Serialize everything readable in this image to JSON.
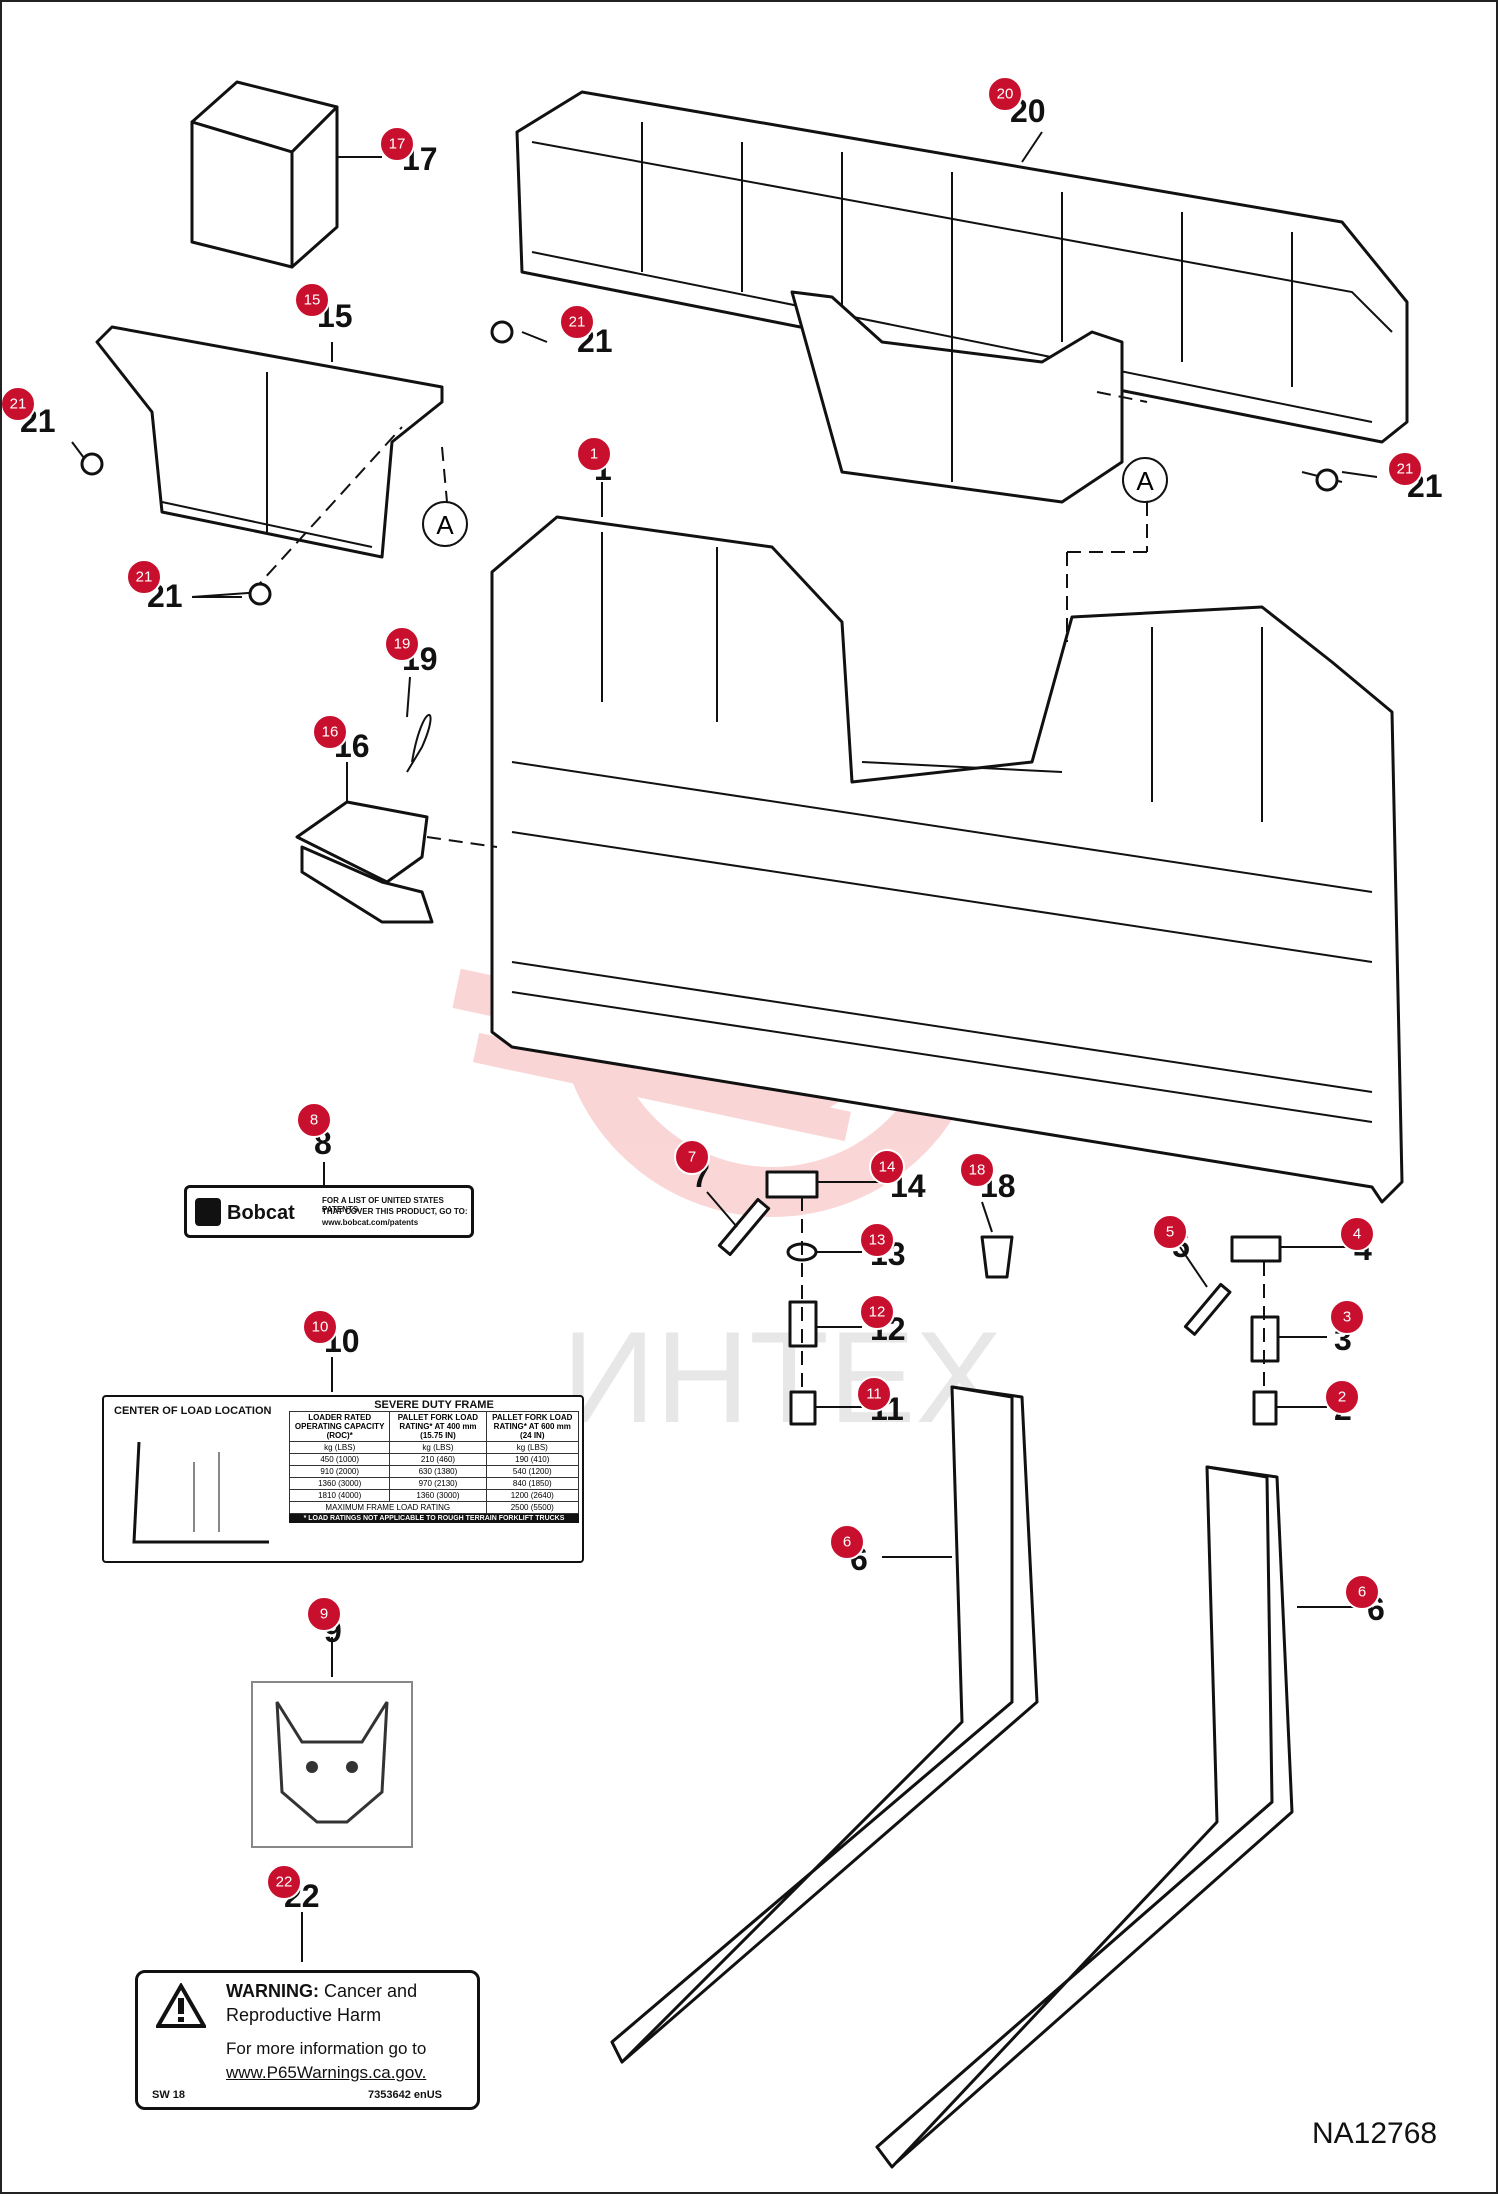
{
  "diagram": {
    "id_text": "NA12768",
    "watermark": "ИНТЕХ",
    "callout_letter": "A",
    "callouts": [
      {
        "n": "1"
      },
      {
        "n": "2"
      },
      {
        "n": "3"
      },
      {
        "n": "4"
      },
      {
        "n": "5"
      },
      {
        "n": "6"
      },
      {
        "n": "7"
      },
      {
        "n": "8"
      },
      {
        "n": "9"
      },
      {
        "n": "10"
      },
      {
        "n": "11"
      },
      {
        "n": "12"
      },
      {
        "n": "13"
      },
      {
        "n": "14"
      },
      {
        "n": "15"
      },
      {
        "n": "16"
      },
      {
        "n": "17"
      },
      {
        "n": "18"
      },
      {
        "n": "19"
      },
      {
        "n": "20"
      },
      {
        "n": "21"
      },
      {
        "n": "22"
      }
    ]
  },
  "decal_patents": {
    "brand": "Bobcat",
    "line1": "FOR A LIST OF UNITED STATES PATENTS",
    "line2": "THAT COVER THIS PRODUCT, GO TO:",
    "line3": "www.bobcat.com/patents"
  },
  "decal_load": {
    "left_title": "CENTER OF LOAD LOCATION",
    "right_title": "SEVERE DUTY FRAME",
    "col1": "LOADER RATED OPERATING CAPACITY (ROC)*",
    "col2": "PALLET FORK LOAD RATING* AT 400 mm (15.75 IN)",
    "col3": "PALLET FORK LOAD RATING* AT 600 mm (24 IN)",
    "units": "kg (LBS)",
    "rows": [
      [
        "450 (1000)",
        "210 (460)",
        "190 (410)"
      ],
      [
        "910 (2000)",
        "630 (1380)",
        "540 (1200)"
      ],
      [
        "1360 (3000)",
        "970 (2130)",
        "840 (1850)"
      ],
      [
        "1810 (4000)",
        "1360 (3000)",
        "1200 (2640)"
      ]
    ],
    "max_label": "MAXIMUM FRAME LOAD RATING",
    "max_value": "2500 (5500)",
    "footnote": "* LOAD RATINGS NOT APPLICABLE TO ROUGH TERRAIN FORKLIFT TRUCKS"
  },
  "decal_warning": {
    "title_bold": "WARNING:",
    "title_rest": "Cancer and",
    "line2": "Reproductive Harm",
    "line3": "For more information go to",
    "link": "www.P65Warnings.ca.gov.",
    "foot_left": "SW 18",
    "foot_right": "7353642 enUS"
  }
}
